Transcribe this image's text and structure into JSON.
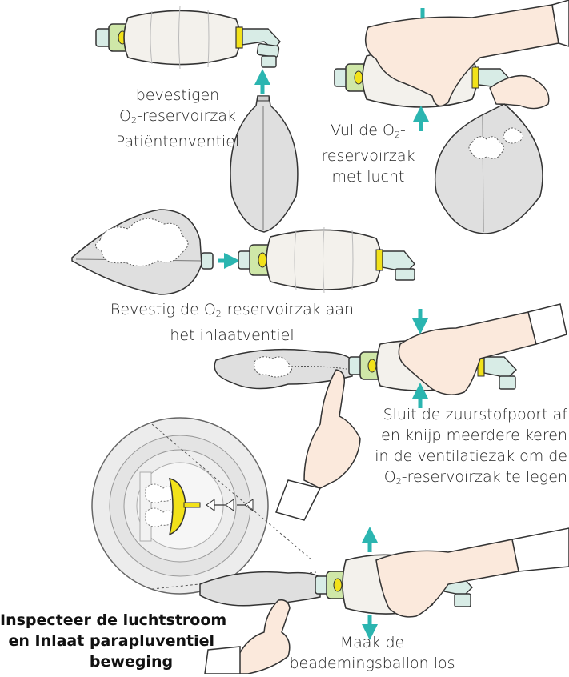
{
  "step1": {
    "line1": "bevestigen",
    "line2_pre": "O",
    "line2_sub": "2",
    "line2_post": "-reservoirzak",
    "line3": "Patiëntenventiel"
  },
  "step2": {
    "line1_pre": "Vul de O",
    "line1_sub": "2",
    "line1_post": "-",
    "line2": "reservoirzak",
    "line3": "met lucht"
  },
  "step3": {
    "line1_pre": "Bevestig de O",
    "line1_sub": "2",
    "line1_post": "-reservoirzak aan",
    "line2": "het inlaatventiel"
  },
  "step4": {
    "line1": "Sluit de zuurstofpoort af",
    "line2": "en knijp meerdere keren",
    "line3": "in de ventilatiezak om de",
    "line4_pre": "O",
    "line4_sub": "2",
    "line4_post": "-reservoirzak te legen"
  },
  "step5": {
    "line1": "Inspecteer de luchtstroom",
    "line2": "en Inlaat parapluventiel",
    "line3": "beweging"
  },
  "step6": {
    "line1": "Maak de",
    "line2": "beademingsballon los"
  },
  "colors": {
    "arrow": "#2bb5b0",
    "bag_fill": "#f3f1ec",
    "stroke": "#333333",
    "valve_yellow": "#f2e21a",
    "valve_green": "#cfe7a8",
    "connector": "#d8ece6",
    "skin": "#fbe9dc",
    "reservoir": "#dfdfdf"
  }
}
